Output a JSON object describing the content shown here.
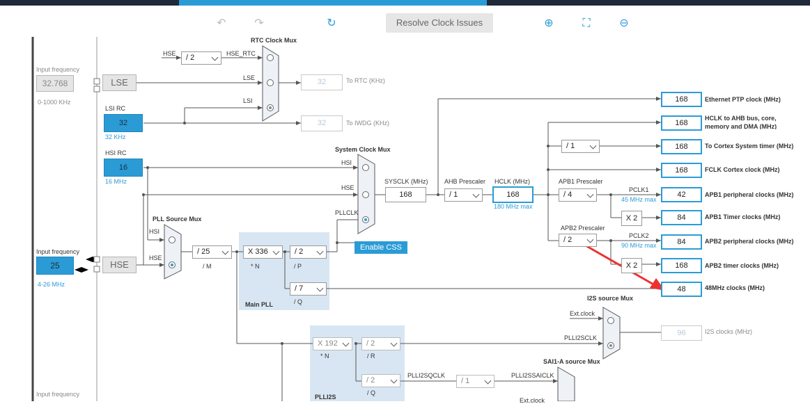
{
  "toolbar": {
    "undo_icon": "undo-icon",
    "redo_icon": "redo-icon",
    "refresh_icon": "refresh-icon",
    "resolve_label": "Resolve Clock Issues",
    "zoom_in_icon": "zoom-in-icon",
    "fit_icon": "fit-icon",
    "zoom_out_icon": "zoom-out-icon"
  },
  "left": {
    "input_freq1": "Input frequency",
    "lse_value": "32.768",
    "lse_range": "0-1000 KHz",
    "lse_label": "LSE",
    "lsirc_label": "LSI RC",
    "lsi_value": "32",
    "lsi_unit": "32 KHz",
    "hsirc_label": "HSI RC",
    "hsi_value": "16",
    "hsi_unit": "16 MHz",
    "input_freq2": "Input frequency",
    "hse_value": "25",
    "hse_range": "4-26 MHz",
    "hse_label": "HSE",
    "input_freq3": "Input frequency"
  },
  "rtc": {
    "title": "RTC Clock Mux",
    "hse_in": "HSE",
    "div": "/ 2",
    "hse_rtc": "HSE_RTC",
    "lse": "LSE",
    "lsi": "LSI",
    "rtc_value": "32",
    "rtc_label": "To RTC (KHz)",
    "iwdg_value": "32",
    "iwdg_label": "To IWDG (KHz)"
  },
  "pll": {
    "src_title": "PLL Source Mux",
    "hsi": "HSI",
    "hse": "HSE",
    "m_div": "/ 25",
    "m_label": "/ M",
    "n_mul": "X 336",
    "n_label": "* N",
    "p_div": "/ 2",
    "p_label": "/ P",
    "q_div": "/ 7",
    "q_label": "/ Q",
    "main_pll": "Main PLL"
  },
  "sys": {
    "title": "System Clock Mux",
    "hsi": "HSI",
    "hse": "HSE",
    "pllclk": "PLLCLK",
    "enable_css": "Enable CSS",
    "sysclk_label": "SYSCLK (MHz)",
    "sysclk_value": "168",
    "ahb_label": "AHB Prescaler",
    "ahb_div": "/ 1",
    "hclk_label": "HCLK (MHz)",
    "hclk_value": "168",
    "hclk_max": "180 MHz max"
  },
  "apb": {
    "apb1_label": "APB1 Prescaler",
    "apb1_div": "/ 4",
    "pclk1": "PCLK1",
    "pclk1_max": "45 MHz max",
    "x2a": "X 2",
    "apb2_label": "APB2 Prescaler",
    "apb2_div": "/ 2",
    "pclk2": "PCLK2",
    "pclk2_max": "90 MHz max",
    "x2b": "X 2",
    "cortex_div": "/ 1"
  },
  "outputs": [
    {
      "value": "168",
      "label": "Ethernet PTP clock (MHz)"
    },
    {
      "value": "168",
      "label": "HCLK to AHB bus, core, memory and DMA (MHz)"
    },
    {
      "value": "168",
      "label": "To Cortex System timer (MHz)"
    },
    {
      "value": "168",
      "label": "FCLK Cortex clock (MHz)"
    },
    {
      "value": "42",
      "label": "APB1 peripheral clocks (MHz)"
    },
    {
      "value": "84",
      "label": "APB1 Timer clocks (MHz)"
    },
    {
      "value": "84",
      "label": "APB2 peripheral clocks (MHz)"
    },
    {
      "value": "168",
      "label": "APB2 timer clocks (MHz)"
    },
    {
      "value": "48",
      "label": "48MHz clocks (MHz)"
    }
  ],
  "i2s": {
    "title": "I2S source Mux",
    "ext": "Ext.clock",
    "plli2sclk": "PLLI2SCLK",
    "value": "96",
    "label": "I2S clocks (MHz)",
    "n_mul": "X 192",
    "n_label": "* N",
    "r_div": "/ 2",
    "r_label": "/ R",
    "q_div": "/ 2",
    "q_label": "/ Q",
    "plli2s": "PLLI2S",
    "plli2sqclk": "PLLI2SQCLK",
    "div1": "/ 1",
    "plli2ssaiclk": "PLLI2SSAICLK",
    "sai_title": "SAI1-A source Mux",
    "ext2": "Ext.clock"
  },
  "colors": {
    "accent": "#2b9bd6",
    "arrow": "#f03030"
  }
}
